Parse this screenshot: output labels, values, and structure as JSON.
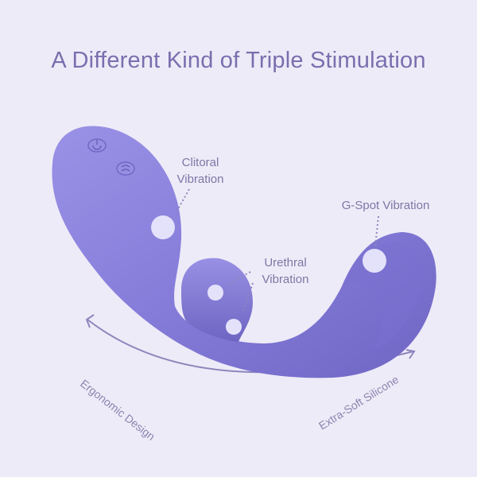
{
  "title": "A Different Kind of Triple Stimulation",
  "labels": {
    "clitoral_line1": "Clitoral",
    "clitoral_line2": "Vibration",
    "urethral_line1": "Urethral",
    "urethral_line2": "Vibration",
    "gspot": "G-Spot Vibration"
  },
  "curve_labels": {
    "left": "Ergonomic Design",
    "right": "Extra-Soft Silicone"
  },
  "colors": {
    "background": "#EEEBF8",
    "device": "#8E85DE",
    "accent_text": "#7A6FAE",
    "dots": "#E4E2FA"
  }
}
